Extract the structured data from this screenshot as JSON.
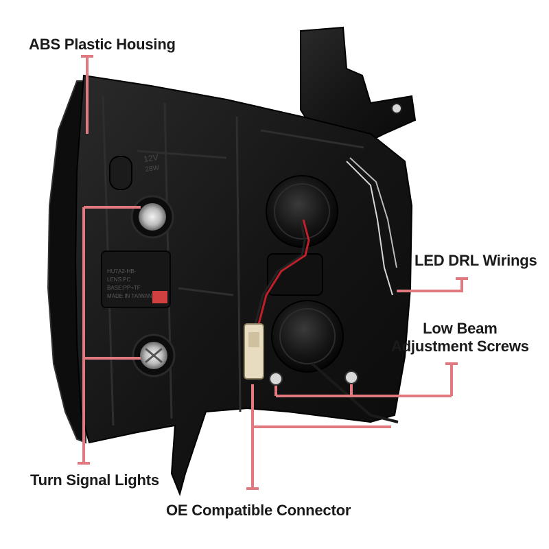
{
  "labels": {
    "abs_housing": "ABS Plastic Housing",
    "led_drl": "LED DRL Wirings",
    "low_beam_line1": "Low Beam",
    "low_beam_line2": "Adjustment Screws",
    "turn_signal": "Turn Signal Lights",
    "oe_connector": "OE Compatible Connector"
  },
  "photo_text": {
    "voltage": "12V",
    "wattage": "28W",
    "sticker_lines": [
      "HU7A2-HB-",
      "LENS:PC",
      "BASE:PP+TF",
      "MADE IN TAIWAN"
    ]
  },
  "colors": {
    "callout": "#e07a80",
    "text": "#1a1a1a",
    "housing": "#121212",
    "housing_highlight": "#3a3a3a",
    "wire_red": "#c0202a",
    "connector": "#e8dcc0"
  }
}
